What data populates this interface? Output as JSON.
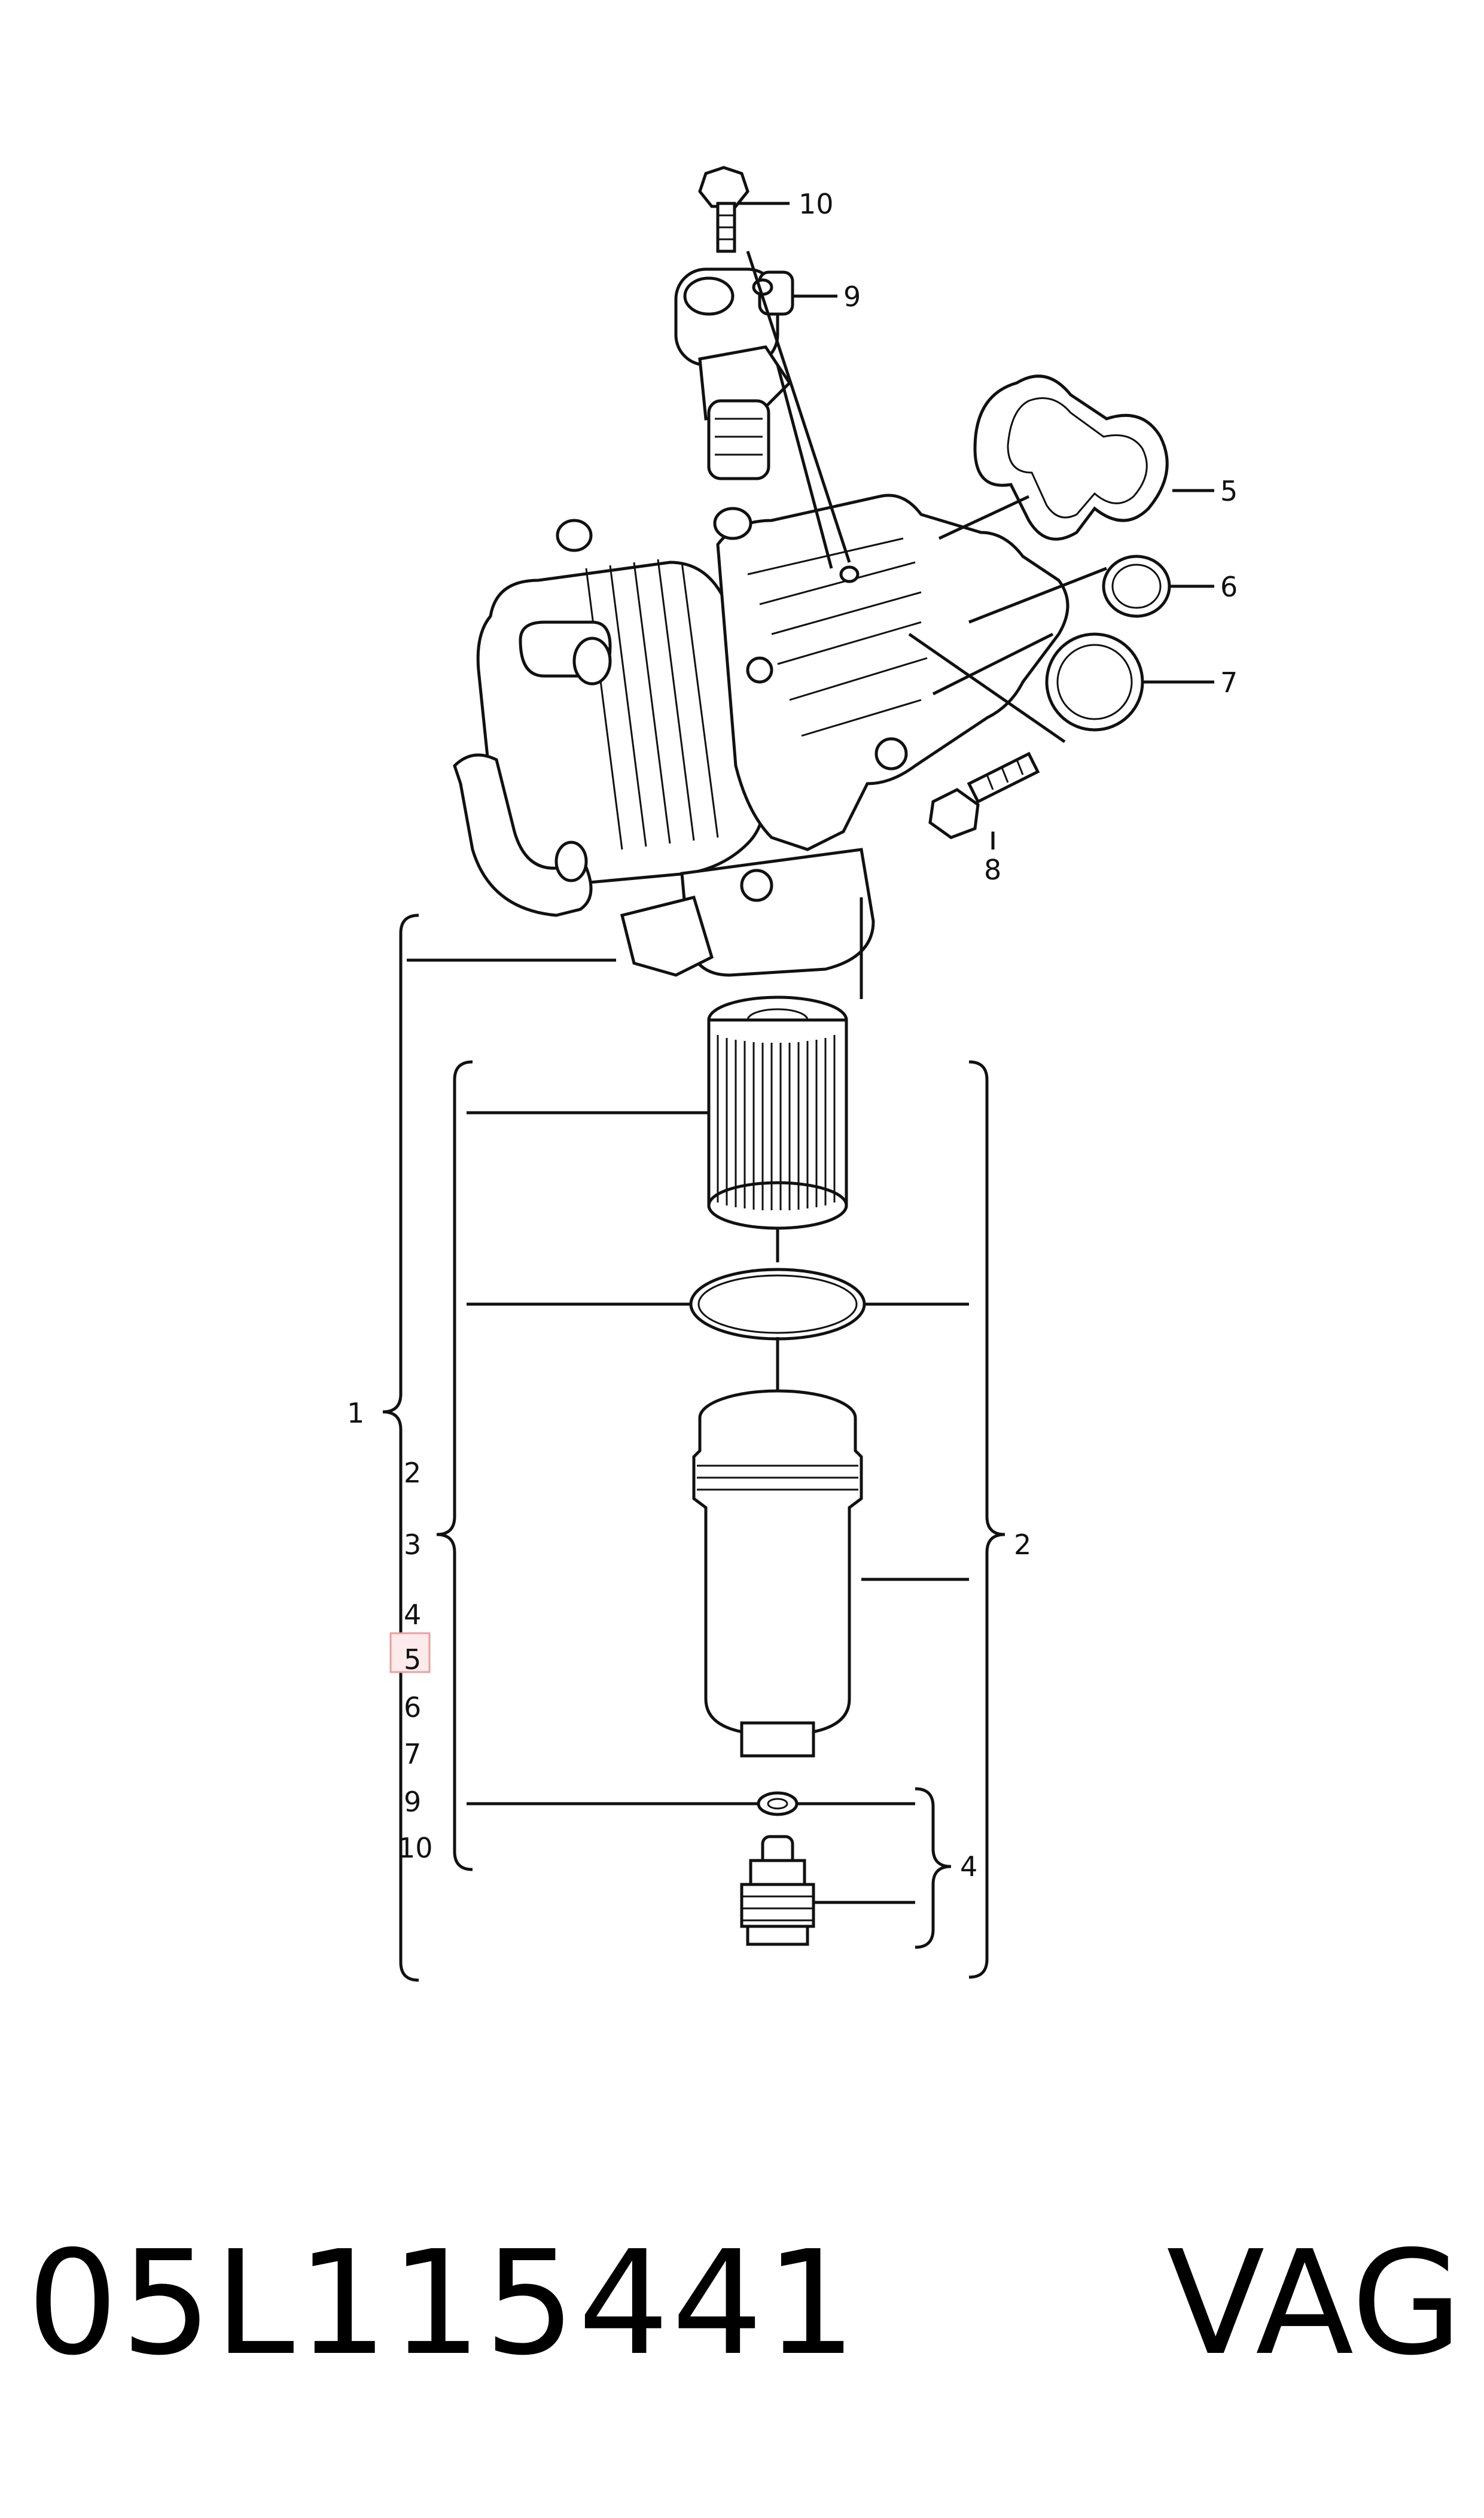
{
  "callouts": {
    "c10": "10",
    "c9": "9",
    "c5": "5",
    "c6": "6",
    "c7": "7",
    "c8": "8",
    "c1": "1",
    "c2_right": "2",
    "c4_right": "4"
  },
  "legend": {
    "items": [
      "2",
      "3",
      "4",
      "5",
      "6",
      "7",
      "9",
      "10"
    ],
    "highlighted": "5"
  },
  "footer": {
    "part_number": "05L115441",
    "brand": "VAG"
  },
  "colors": {
    "line": "#111111",
    "highlight_border": "#e8a0a0",
    "highlight_fill": "#fdeaea"
  }
}
